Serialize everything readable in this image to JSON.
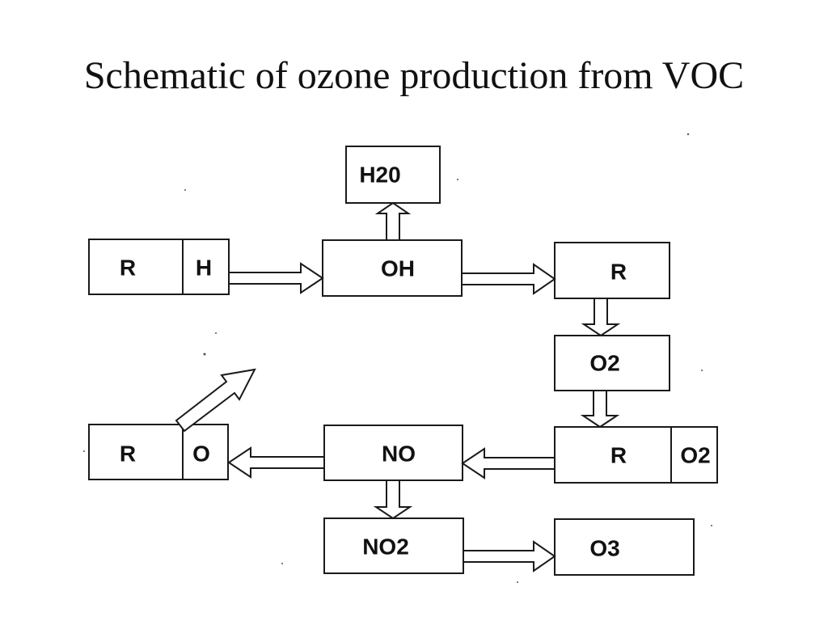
{
  "title": "Schematic of ozone production from VOC",
  "nodes": {
    "rh_r": "R",
    "rh_h": "H",
    "h2o": "H20",
    "oh": "OH",
    "r": "R",
    "o2": "O2",
    "ro2_r": "R",
    "ro2_o2": "O2",
    "no": "NO",
    "ro_r": "R",
    "ro_o": "O",
    "no2": "NO2",
    "o3": "O3"
  }
}
